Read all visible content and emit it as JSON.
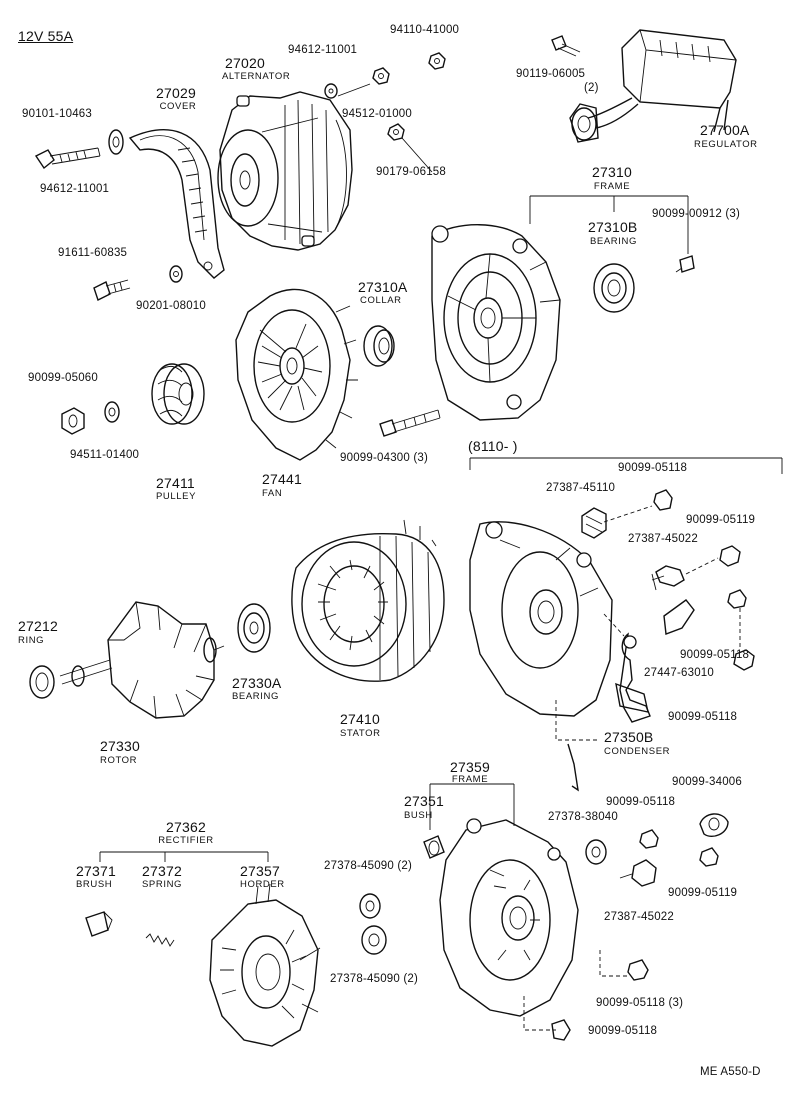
{
  "header": {
    "spec": "12V 55A",
    "group_code": "(8110-        )"
  },
  "footer": {
    "ref": "ME  A550-D"
  },
  "parts": {
    "p27020": {
      "num": "27020",
      "name": "ALTERNATOR"
    },
    "p27029": {
      "num": "27029",
      "name": "COVER"
    },
    "p27700a": {
      "num": "27700A",
      "name": "REGULATOR"
    },
    "p27310": {
      "num": "27310",
      "name": "FRAME"
    },
    "p27310b": {
      "num": "27310B",
      "name": "BEARING"
    },
    "p27310a": {
      "num": "27310A",
      "name": "COLLAR"
    },
    "p27411": {
      "num": "27411",
      "name": "PULLEY"
    },
    "p27441": {
      "num": "27441",
      "name": "FAN"
    },
    "p27212": {
      "num": "27212",
      "name": "RING"
    },
    "p27330a": {
      "num": "27330A",
      "name": "BEARING"
    },
    "p27330": {
      "num": "27330",
      "name": "ROTOR"
    },
    "p27410": {
      "num": "27410",
      "name": "STATOR"
    },
    "p27350b": {
      "num": "27350B",
      "name": "CONDENSER"
    },
    "p27359": {
      "num": "27359",
      "name": "FRAME"
    },
    "p27351": {
      "num": "27351",
      "name": "BUSH"
    },
    "p27362": {
      "num": "27362",
      "name": "RECTIFIER"
    },
    "p27371": {
      "num": "27371",
      "name": "BRUSH"
    },
    "p27372": {
      "num": "27372",
      "name": "SPRING"
    },
    "p27357": {
      "num": "27357",
      "name": "HORDER"
    }
  },
  "callouts": {
    "c01": "90101-10463",
    "c02": "94612-11001",
    "c03": "94612-11001",
    "c04": "94110-41000",
    "c05": "90119-06005",
    "c06": "(2)",
    "c07": "94512-01000",
    "c08": "90179-06158",
    "c09": "90099-00912 (3)",
    "c10": "91611-60835",
    "c11": "90201-08010",
    "c12": "90099-05060",
    "c13": "94511-01400",
    "c14": "90099-04300 (3)",
    "c15": "90099-05118",
    "c16": "27387-45110",
    "c17": "90099-05119",
    "c18": "27387-45022",
    "c19": "90099-05118",
    "c20": "27447-63010",
    "c21": "90099-05118",
    "c22": "90099-34006",
    "c23": "27378-38040",
    "c24": "90099-05118",
    "c25": "27378-45090 (2)",
    "c26": "90099-05119",
    "c27": "27387-45022",
    "c28": "27378-45090 (2)",
    "c29": "90099-05118 (3)",
    "c30": "90099-05118"
  }
}
